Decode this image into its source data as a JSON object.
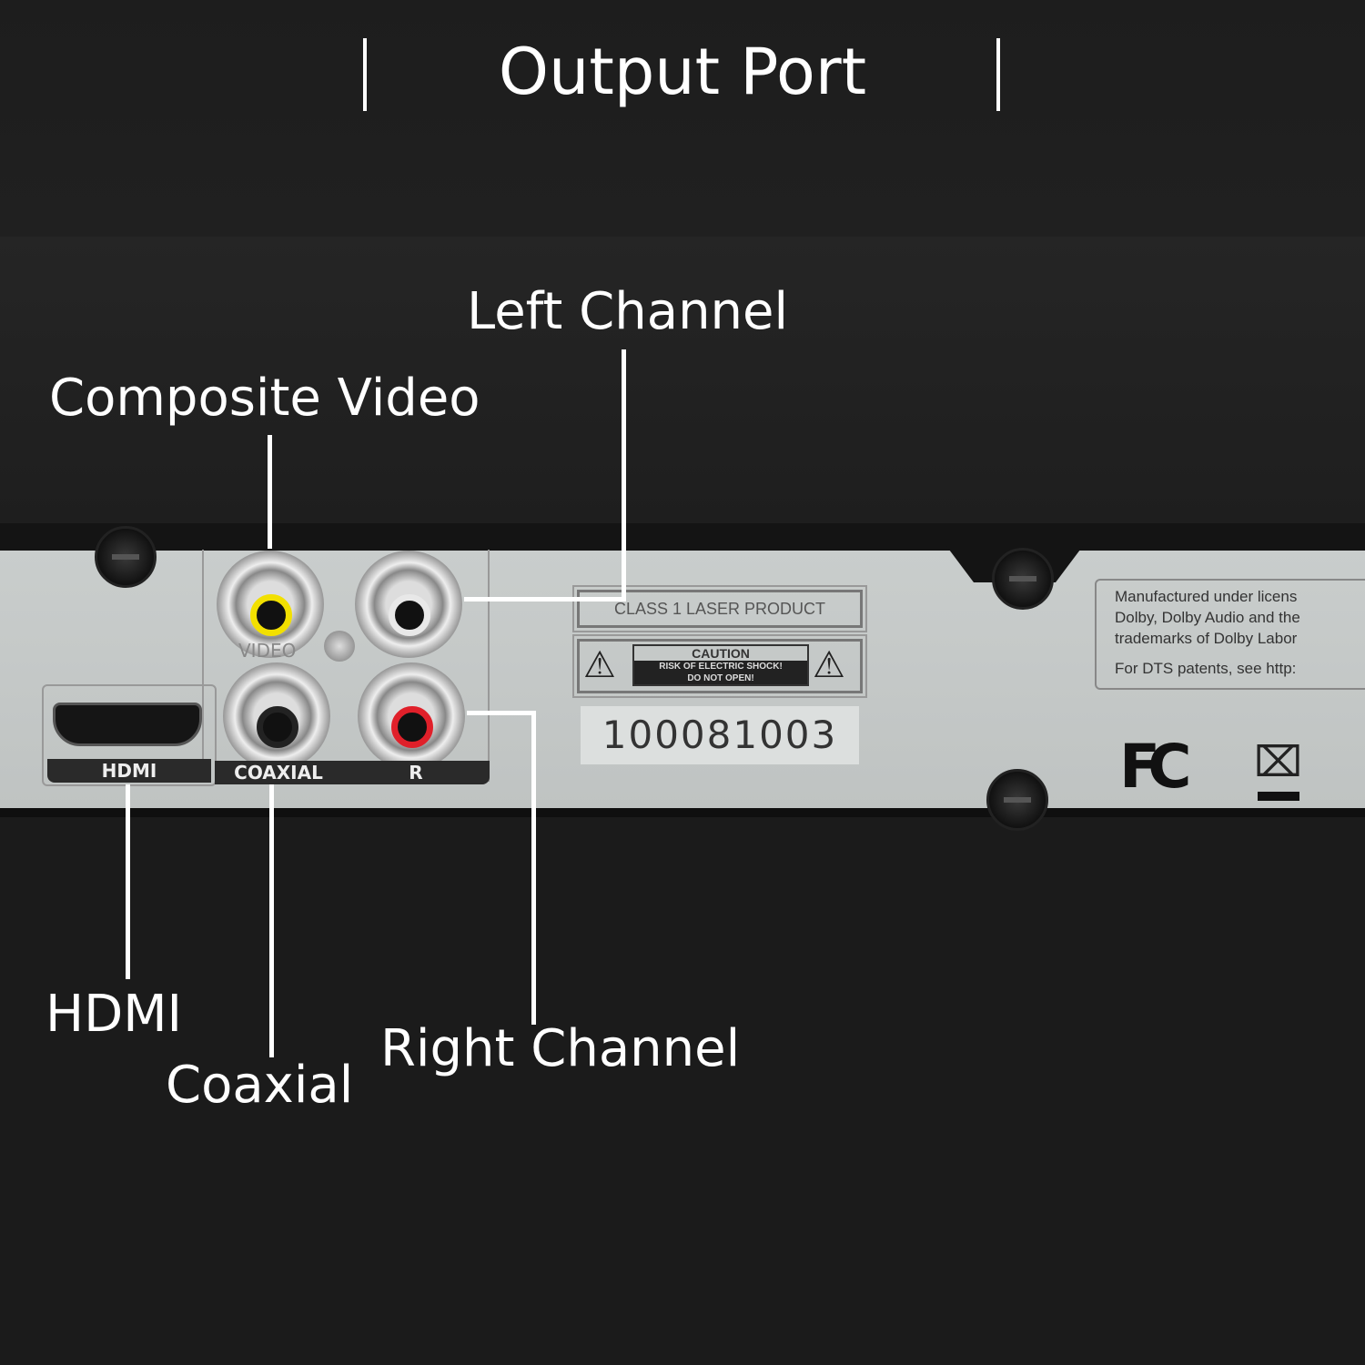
{
  "header": {
    "title": "Output Port"
  },
  "callouts": {
    "composite_video": "Composite Video",
    "left_channel": "Left Channel",
    "hdmi": "HDMI",
    "coaxial": "Coaxial",
    "right_channel": "Right Channel"
  },
  "panel": {
    "port_labels": {
      "hdmi": "HDMI",
      "coaxial": "COAXIAL",
      "right": "R",
      "video": "VIDEO"
    },
    "laser_label": "CLASS 1 LASER PRODUCT",
    "caution": {
      "title": "CAUTION",
      "line1": "RISK OF ELECTRIC SHOCK!",
      "line2": "DO NOT OPEN!"
    },
    "serial": "100081003",
    "license": {
      "line1": "Manufactured under licens",
      "line2": "Dolby, Dolby Audio and the",
      "line3": "trademarks of Dolby Labor",
      "line4": "For DTS patents, see http:"
    },
    "fcc_logo": "FC",
    "jack_colors": {
      "video": "#f2e000",
      "left": "#e8e8e8",
      "coaxial": "#222222",
      "right": "#e0202a"
    }
  }
}
